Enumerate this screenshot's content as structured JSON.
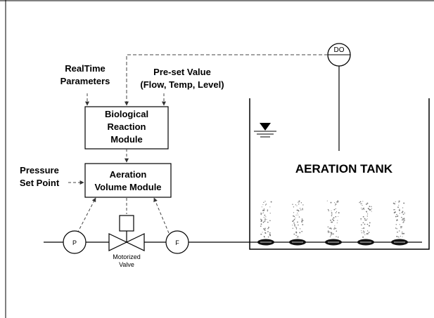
{
  "labels": {
    "realtime": [
      "RealTime",
      "Parameters"
    ],
    "preset": [
      "Pre-set Value",
      "(Flow, Temp, Level)"
    ],
    "bio_module": [
      "Biological",
      "Reaction",
      "Module"
    ],
    "aeration_module": [
      "Aeration",
      "Volume Module"
    ],
    "pressure": [
      "Pressure",
      "Set Point"
    ],
    "tank_title": "AERATION TANK",
    "do_sensor": "DO",
    "p_sensor": "P",
    "f_sensor": "F",
    "valve": [
      "Motorized",
      "Valve"
    ]
  },
  "colors": {
    "line": "#000000",
    "dashed": "#444444",
    "bubbles": "#777777",
    "diffuser": "#111111",
    "background": "#ffffff"
  }
}
